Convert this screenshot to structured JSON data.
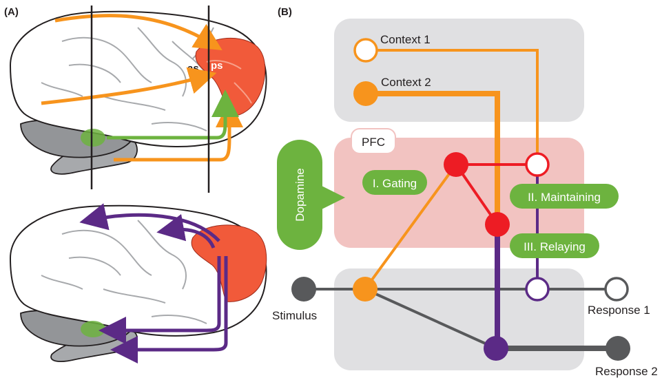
{
  "panels": {
    "a": "(A)",
    "b": "(B)"
  },
  "brain": {
    "as": "as",
    "ps": "ps"
  },
  "nodes": {
    "context1": "Context 1",
    "context2": "Context 2",
    "stimulus": "Stimulus",
    "response1": "Response 1",
    "response2": "Response 2"
  },
  "pfc": "PFC",
  "dopamine": "Dopamine",
  "stages": {
    "gating": "I. Gating",
    "maintaining": "II. Maintaining",
    "relaying": "III. Relaying"
  },
  "colors": {
    "orange": "#f7941d",
    "green": "#6db33f",
    "purple": "#5b2a86",
    "red": "#ed1c24",
    "pfc_red": "#f15a3a",
    "gray_box": "#e0e0e2",
    "pink_box": "#f2c3c1",
    "dark_gray": "#58595b"
  }
}
